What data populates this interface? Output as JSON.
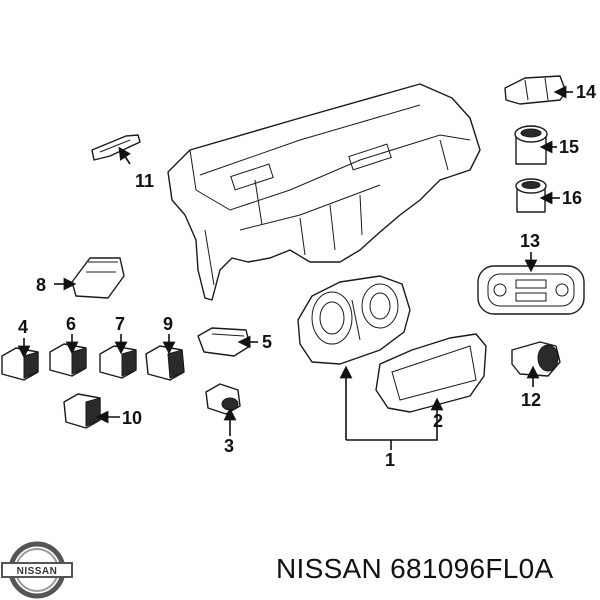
{
  "brand": {
    "logo_text": "NISSAN"
  },
  "caption": "NISSAN 681096FL0A",
  "callouts": {
    "c1": "1",
    "c2": "2",
    "c3": "3",
    "c4": "4",
    "c5": "5",
    "c6": "6",
    "c7": "7",
    "c8": "8",
    "c9": "9",
    "c10": "10",
    "c11": "11",
    "c12": "12",
    "c13": "13",
    "c14": "14",
    "c15": "15",
    "c16": "16"
  }
}
